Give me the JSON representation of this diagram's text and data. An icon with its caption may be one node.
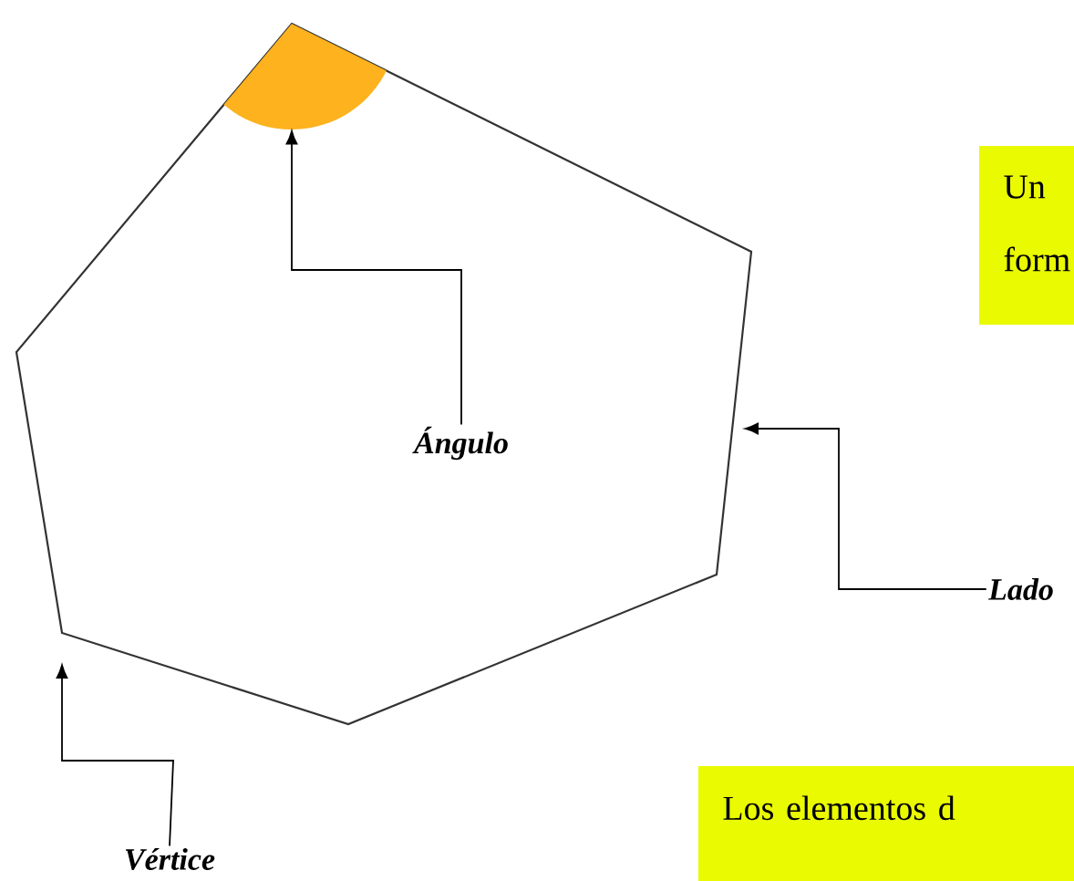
{
  "diagram": {
    "nodes": [
      {
        "text": [],
        "shape": "hexagon"
      },
      {
        "text": [],
        "shape": "wedge",
        "in": 0
      },
      {
        "text": [
          "Ángulo"
        ],
        "in": 0
      },
      {
        "text": [
          "Lado"
        ]
      },
      {
        "text": [
          "Vértice"
        ]
      },
      {
        "text": [
          "Un form"
        ]
      },
      {
        "text": [
          "Los elementos d"
        ]
      }
    ],
    "edges": [
      {
        "from": 2,
        "to": 1,
        "arrow": "to"
      },
      {
        "from": 3,
        "to": 0,
        "arrow": "to"
      },
      {
        "from": 4,
        "to": null,
        "arrow": "to"
      }
    ]
  }
}
